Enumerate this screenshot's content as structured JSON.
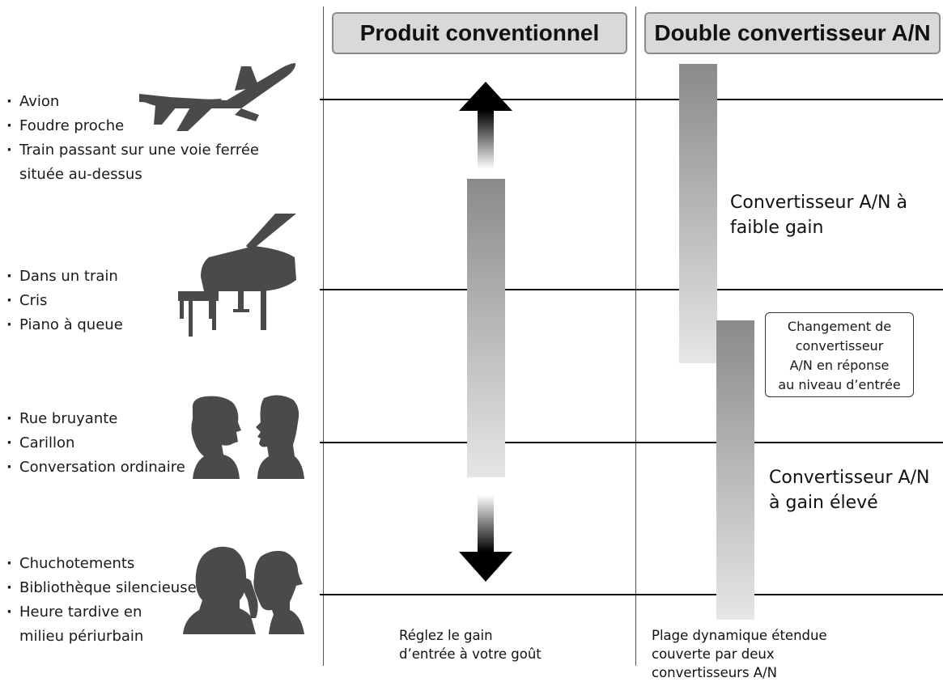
{
  "headers": {
    "conventional": "Produit conventionnel",
    "dual": "Double convertisseur A/N"
  },
  "levels": [
    {
      "icon": "airplane",
      "items": [
        "Avion",
        "Foudre proche",
        "Train passant sur une voie ferrée",
        "située au-dessus"
      ]
    },
    {
      "icon": "grand-piano",
      "items": [
        "Dans un train",
        "Cris",
        "Piano à queue"
      ]
    },
    {
      "icon": "two-people-talking",
      "items": [
        "Rue bruyante",
        "Carillon",
        "Conversation ordinaire"
      ]
    },
    {
      "icon": "two-people-whispering",
      "items": [
        "Chuchotements",
        "Bibliothèque silencieuse",
        "Heure tardive en",
        "milieu périurbain"
      ]
    }
  ],
  "dual_labels": {
    "low_gain_line1": "Convertisseur A/N à",
    "low_gain_line2": "faible gain",
    "high_gain_line1": "Convertisseur A/N",
    "high_gain_line2": "à gain élevé"
  },
  "callout": {
    "line1": "Changement de",
    "line2": "convertisseur",
    "line3": "A/N en réponse",
    "line4": "au niveau d’entrée"
  },
  "captions": {
    "conventional_line1": "Réglez le gain",
    "conventional_line2": "d’entrée à votre goût",
    "dual_line1": "Plage dynamique étendue",
    "dual_line2": "couverte par deux",
    "dual_line3": "convertisseurs A/N"
  },
  "colors": {
    "bar_top": "#8a8a8a",
    "bar_bottom": "#e6e6e6",
    "silhouette": "#4a4a4a",
    "header_fill": "#d9d9d9"
  }
}
